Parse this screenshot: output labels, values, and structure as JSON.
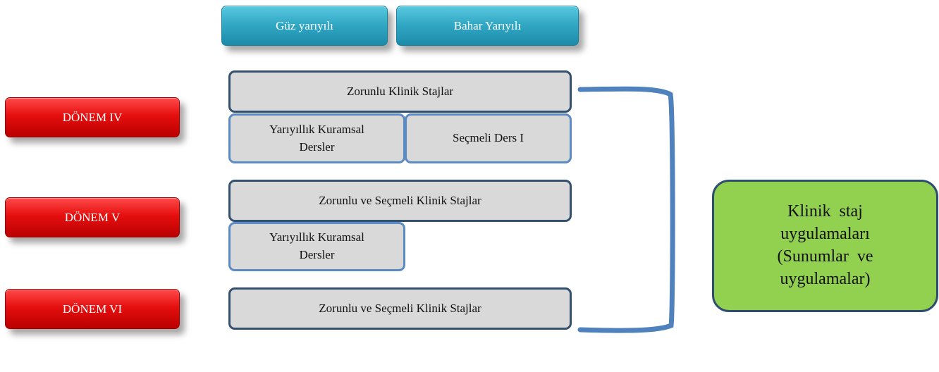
{
  "semesters": {
    "fall": "Güz yarıyılı",
    "spring": "Bahar Yarıyılı"
  },
  "periods": [
    {
      "label": "DÖNEM IV"
    },
    {
      "label": "DÖNEM V"
    },
    {
      "label": "DÖNEM VI"
    }
  ],
  "courses": {
    "d4_clinical": "Zorunlu Klinik Stajlar",
    "d4_theory_line1": "Yarıyıllık Kuramsal",
    "d4_theory_line2": "Dersler",
    "d4_elective": "Seçmeli Ders I",
    "d5_clinical": "Zorunlu ve Seçmeli Klinik Stajlar",
    "d5_theory_line1": "Yarıyıllık Kuramsal",
    "d5_theory_line2": "Dersler",
    "d6_clinical": "Zorunlu ve Seçmeli Klinik Stajlar"
  },
  "summary": {
    "line1": "Klinik staj",
    "line2": "uygulamaları",
    "line3": "(Sunumlar ve",
    "line4": "uygulamalar)"
  },
  "colors": {
    "semester_header": "#32a9c6",
    "period_label": "#e60f0f",
    "course_fill": "#d9d9d9",
    "course_border": "#34506f",
    "summary_fill": "#92d050",
    "bracket": "#4f81bd"
  }
}
